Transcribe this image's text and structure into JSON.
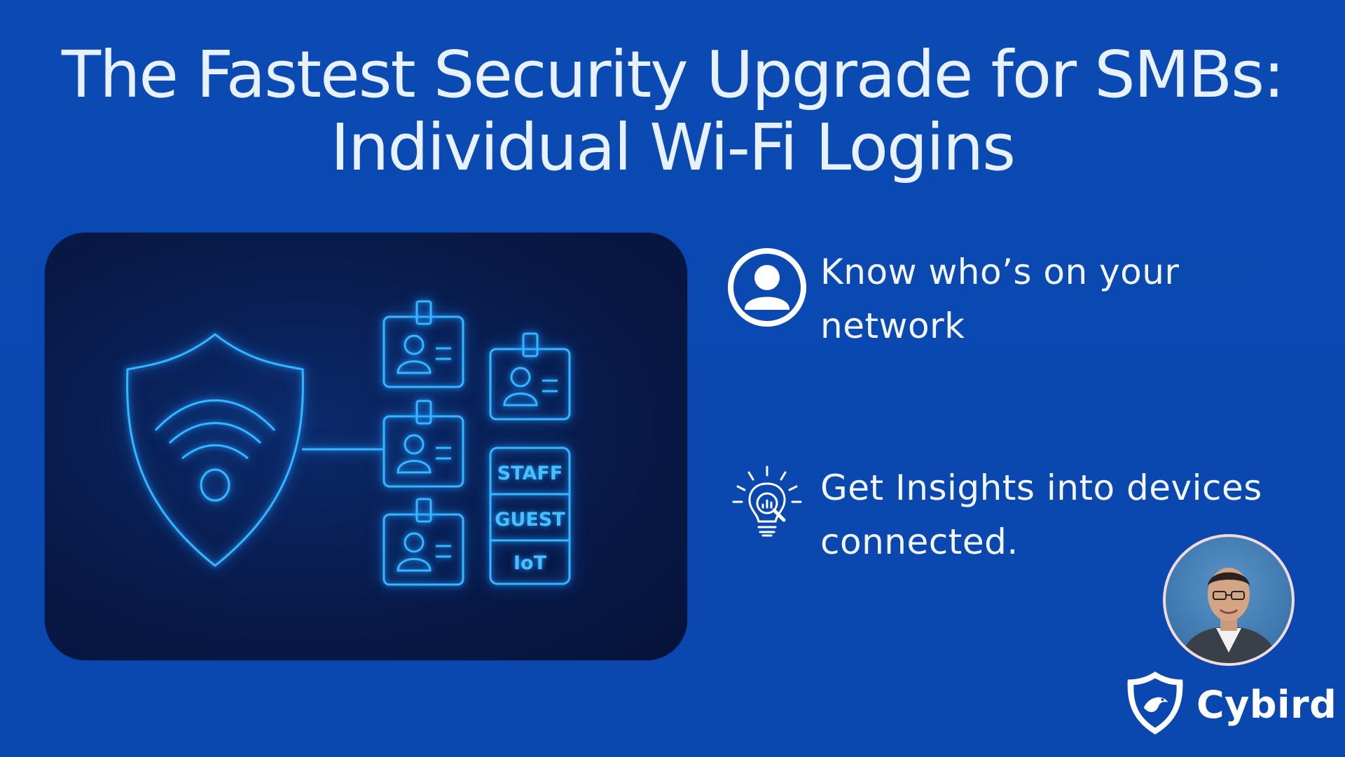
{
  "title": {
    "line1": "The Fastest Security Upgrade for SMBs:",
    "line2": "Individual Wi-Fi Logins"
  },
  "illustration": {
    "icons": [
      "shield-wifi-icon",
      "id-badge-icon",
      "user-icon"
    ],
    "segments": [
      "STAFF",
      "GUEST",
      "IoT"
    ]
  },
  "features": [
    {
      "icon": "user-circle-icon",
      "text": "Know who’s on your network"
    },
    {
      "icon": "lightbulb-chart-icon",
      "text": "Get Insights into devices connected."
    }
  ],
  "brand": {
    "name": "Cybird",
    "logo_icon": "shield-bird-icon"
  },
  "colors": {
    "background": "#0a47b0",
    "card": "#081a4a",
    "neon": "#36b6ff",
    "text": "#eef4ff"
  }
}
